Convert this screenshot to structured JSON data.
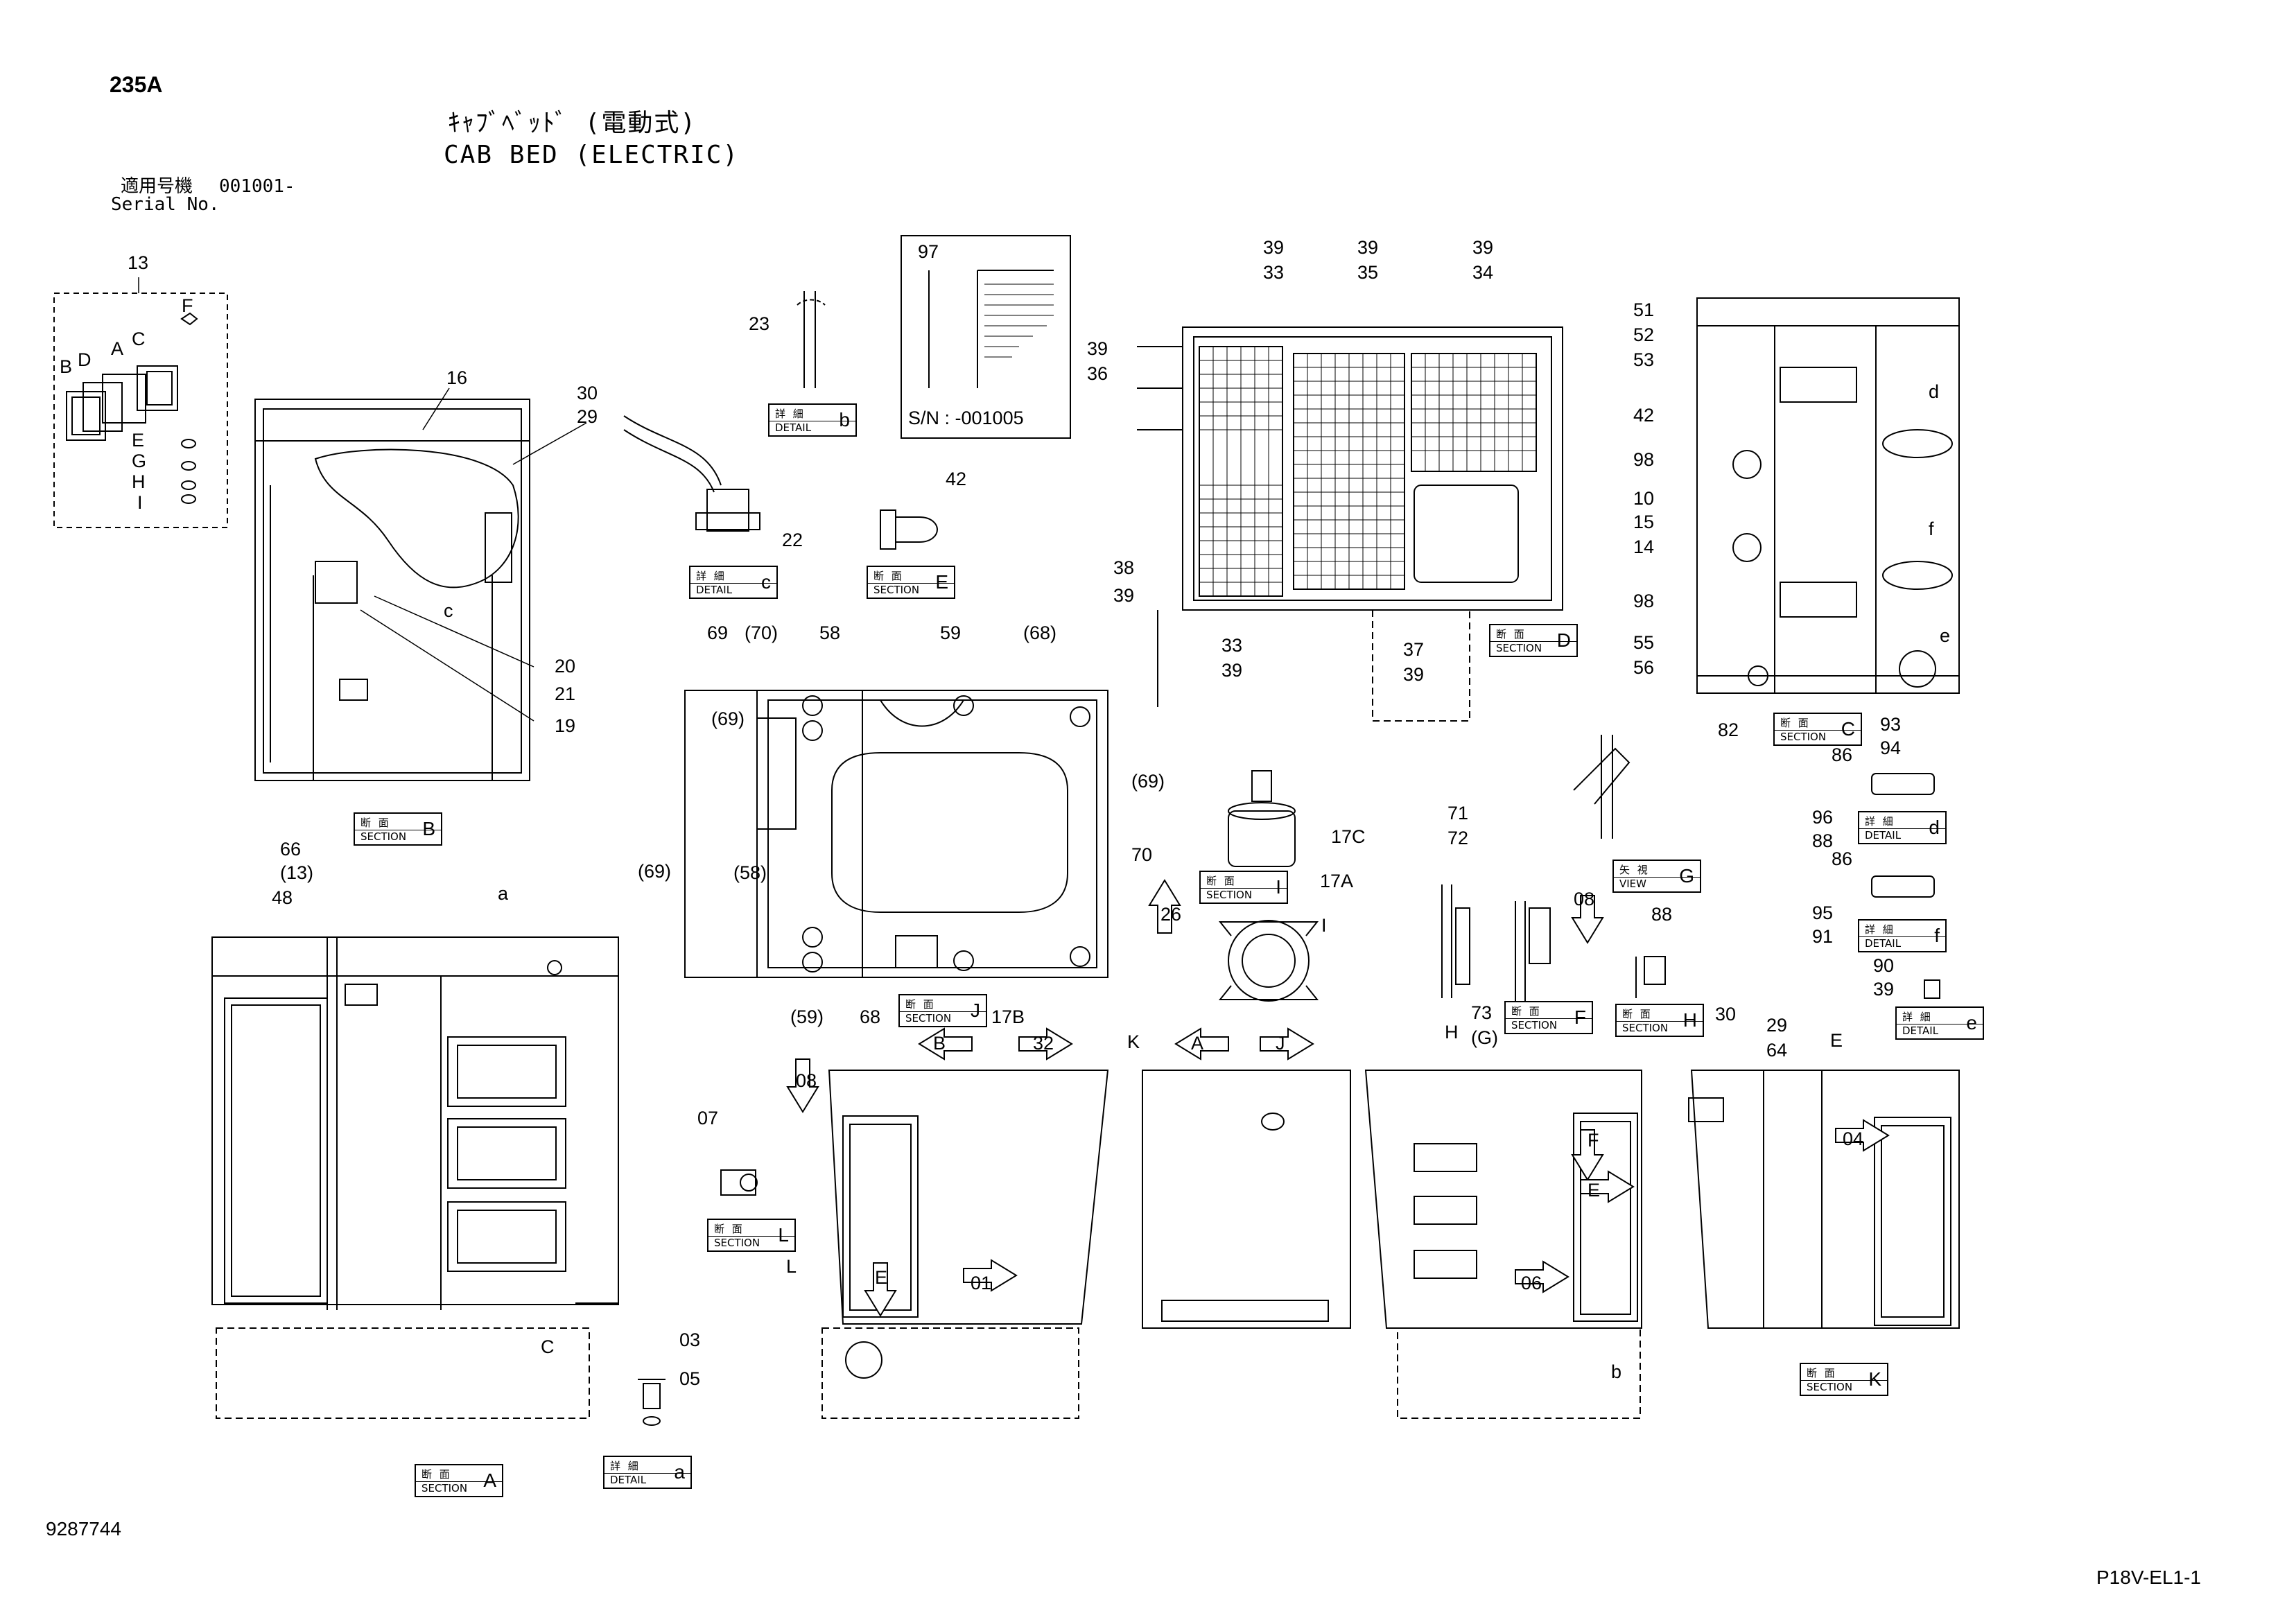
{
  "header": {
    "page_code": "235A",
    "title_jp": "ｷｬﾌﾞﾍﾞｯﾄﾞ (電動式)",
    "title_en": "CAB BED (ELECTRIC)",
    "serial_label_jp": "適用号機",
    "serial_value": "001001-",
    "serial_label_en": "Serial No."
  },
  "footer": {
    "drawing_number": "9287744",
    "sheet_code": "P18V-EL1-1"
  },
  "inset_note": "S/N : -001005",
  "callouts": [
    {
      "top": "断 面",
      "bottom": "SECTION",
      "letter": "B"
    },
    {
      "top": "詳 細",
      "bottom": "DETAIL",
      "letter": "b"
    },
    {
      "top": "詳 細",
      "bottom": "DETAIL",
      "letter": "c"
    },
    {
      "top": "断 面",
      "bottom": "SECTION",
      "letter": "E"
    },
    {
      "top": "断 面",
      "bottom": "SECTION",
      "letter": "D"
    },
    {
      "top": "断 面",
      "bottom": "SECTION",
      "letter": "C"
    },
    {
      "top": "断 面",
      "bottom": "SECTION",
      "letter": "I"
    },
    {
      "top": "断 面",
      "bottom": "SECTION",
      "letter": "J"
    },
    {
      "top": "断 面",
      "bottom": "SECTION",
      "letter": "F"
    },
    {
      "top": "矢 視",
      "bottom": "VIEW",
      "letter": "G"
    },
    {
      "top": "断 面",
      "bottom": "SECTION",
      "letter": "H"
    },
    {
      "top": "詳 細",
      "bottom": "DETAIL",
      "letter": "d"
    },
    {
      "top": "詳 細",
      "bottom": "DETAIL",
      "letter": "f"
    },
    {
      "top": "詳 細",
      "bottom": "DETAIL",
      "letter": "e"
    },
    {
      "top": "断 面",
      "bottom": "SECTION",
      "letter": "L"
    },
    {
      "top": "断 面",
      "bottom": "SECTION",
      "letter": "A"
    },
    {
      "top": "詳 細",
      "bottom": "DETAIL",
      "letter": "a"
    },
    {
      "top": "断 面",
      "bottom": "SECTION",
      "letter": "K"
    }
  ],
  "part_labels": [
    "13",
    "F",
    "C",
    "A",
    "D",
    "B",
    "E",
    "G",
    "H",
    "I",
    "16",
    "30",
    "29",
    "20",
    "21",
    "19",
    "c",
    "23",
    "97",
    "22",
    "42",
    "39",
    "33",
    "39",
    "35",
    "39",
    "34",
    "39",
    "36",
    "38",
    "39",
    "33",
    "39",
    "37",
    "39",
    "51",
    "52",
    "53",
    "42",
    "98",
    "10",
    "15",
    "14",
    "98",
    "55",
    "56",
    "82",
    "93",
    "94",
    "d",
    "f",
    "e",
    "69",
    "(70)",
    "58",
    "59",
    "(68)",
    "(69)",
    "(69)",
    "70",
    "(69)",
    "(58)",
    "(59)",
    "68",
    "17B",
    "17C",
    "17A",
    "I",
    "26",
    "71",
    "72",
    "73",
    "(G)",
    "08",
    "88",
    "86",
    "96",
    "88",
    "86",
    "95",
    "91",
    "90",
    "39",
    "66",
    "(13)",
    "48",
    "a",
    "C",
    "B",
    "32",
    "K",
    "A",
    "J",
    "08",
    "07",
    "L",
    "E",
    "01",
    "H",
    "F",
    "E",
    "06",
    "b",
    "30",
    "29",
    "64",
    "E",
    "04",
    "03",
    "05"
  ],
  "icons": [
    "section-arrow-icon",
    "bolt-icon",
    "washer-icon"
  ]
}
